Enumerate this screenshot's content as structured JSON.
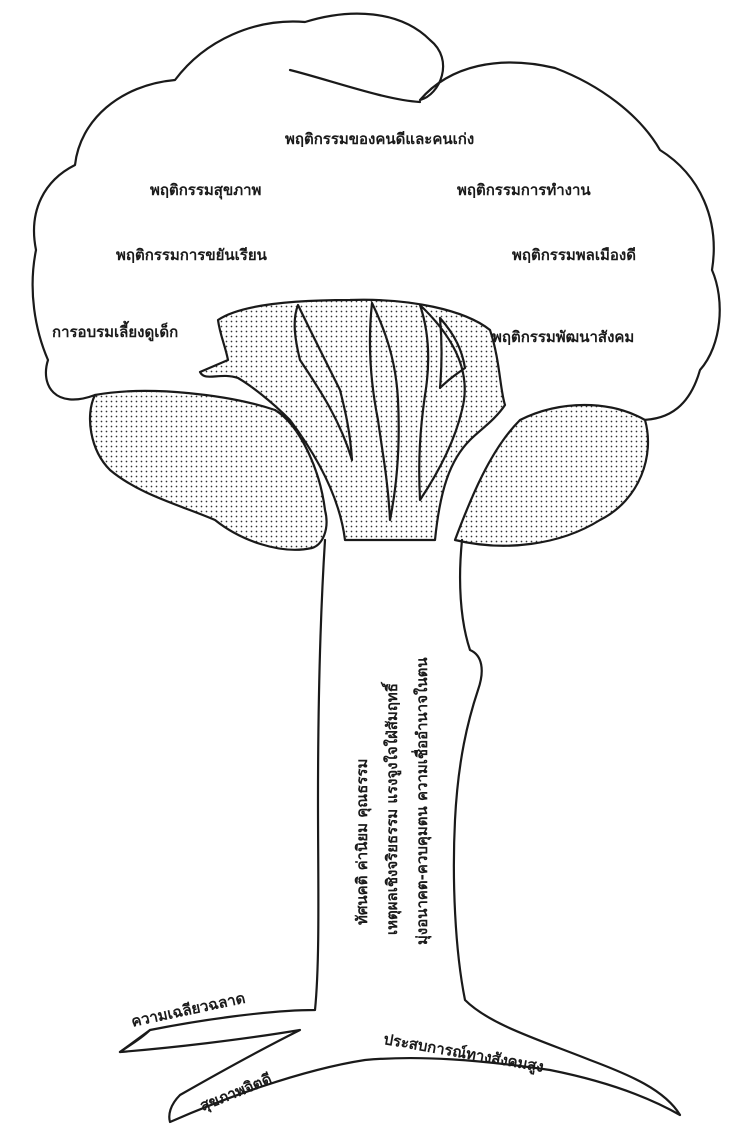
{
  "crown": {
    "top": "พฤติกรรมของคนดีและคนเก่ง",
    "health": "พฤติกรรมสุขภาพ",
    "work": "พฤติกรรมการทำงาน",
    "study": "พฤติกรรมการขยันเรียน",
    "citizen": "พฤติกรรมพลเมืองดี",
    "childcare": "การอบรมเลี้ยงดูเด็ก",
    "social_dev": "พฤติกรรมพัฒนาสังคม"
  },
  "trunk": {
    "line1": "ทัศนคติ  ค่านิยม  คุณธรรม",
    "line2": "เหตุผลเชิงจริยธรรม  แรงจูงใจใฝ่สัมฤทธิ์",
    "line3": "มุ่งอนาคต-ควบคุมตน  ความเชื่ออำนาจในตน"
  },
  "roots": {
    "intelligence": "ความเฉลียวฉลาด",
    "social_experience": "ประสบการณ์ทางสังคมสูง",
    "mental_health": "สุขภาพจิตดี"
  },
  "colors": {
    "ink": "#1a1a1a",
    "paper": "#ffffff",
    "dots": "#333333"
  }
}
